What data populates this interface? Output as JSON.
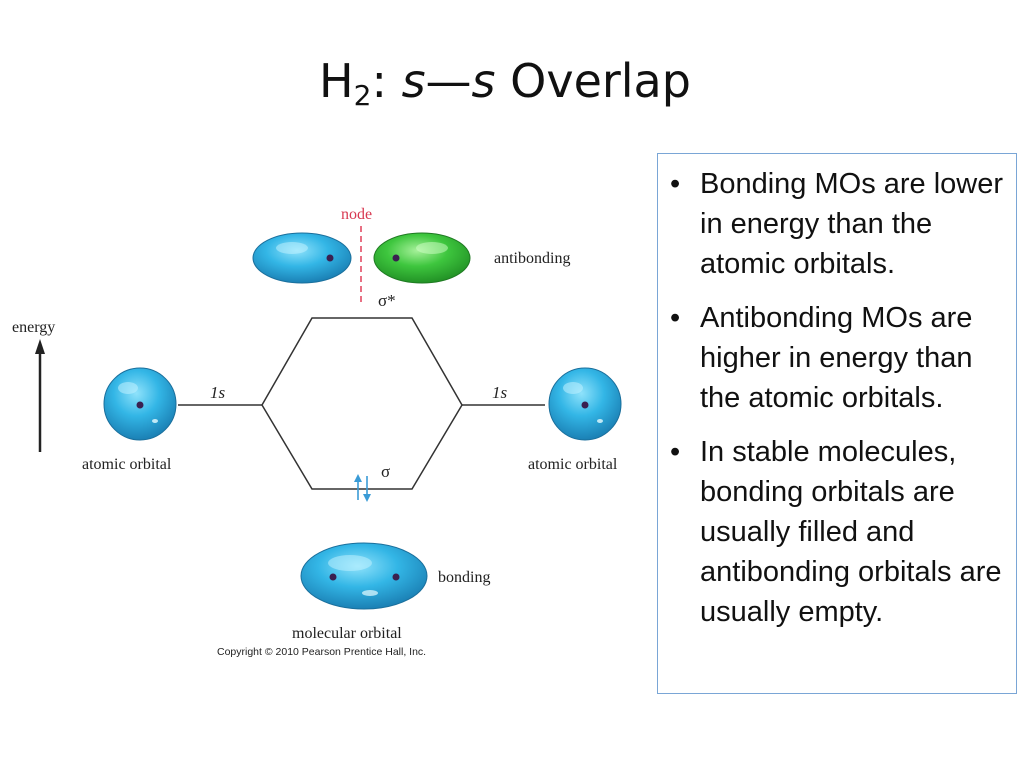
{
  "title": {
    "prefix": "H",
    "subscript": "2",
    "colon": ": ",
    "s1": "s",
    "dash": "—",
    "s2": "s",
    "rest": " Overlap"
  },
  "diagram": {
    "node_label": "node",
    "antibonding_label": "antibonding",
    "sigma_star_label": "σ*",
    "energy_label": "energy",
    "left_orbital_label": "1s",
    "right_orbital_label": "1s",
    "left_atomic_label": "atomic orbital",
    "right_atomic_label": "atomic orbital",
    "sigma_label": "σ",
    "bonding_label": "bonding",
    "molecular_orbital_label": "molecular orbital",
    "copyright": "Copyright © 2010 Pearson Prentice Hall, Inc.",
    "colors": {
      "blue_orbital": "#33b6e6",
      "green_orbital": "#3ec63e",
      "node_line": "#e0405a",
      "electron_arrows": "#3a9bd6",
      "nucleus": "#3a2050"
    }
  },
  "bullets": [
    "Bonding MOs are lower in energy than the atomic orbitals.",
    "Antibonding MOs are higher in energy than the atomic orbitals.",
    "In stable molecules, bonding orbitals are usually filled and antibonding orbitals are usually empty."
  ]
}
